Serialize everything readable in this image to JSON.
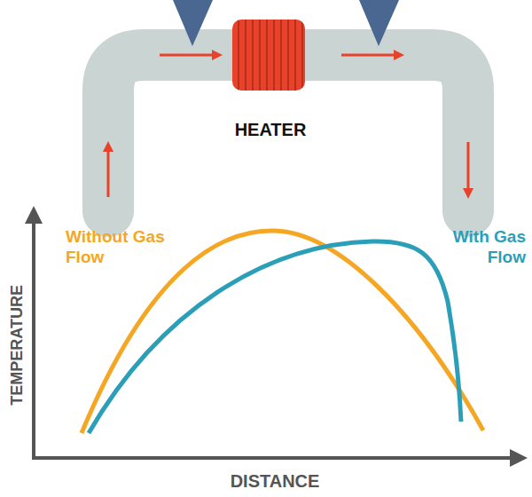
{
  "diagram": {
    "labels": [
      "HEATER",
      "Without Gas Flow",
      "With Gas Flow",
      "TEMPERATURE",
      "DISTANCE"
    ]
  }
}
